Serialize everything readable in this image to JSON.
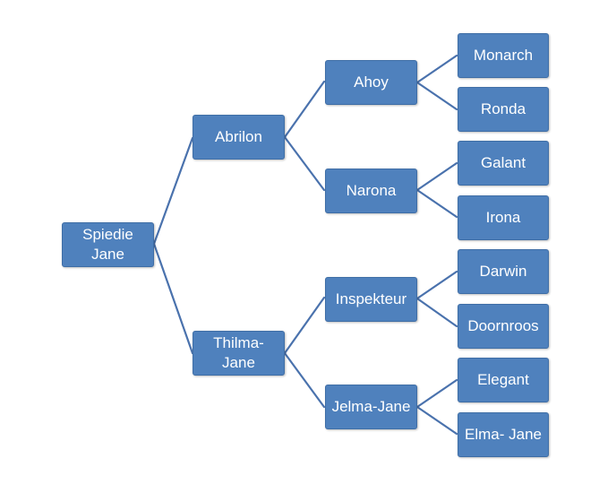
{
  "tree": {
    "root": "Spiedie\nJane",
    "parents": [
      "Abrilon",
      "Thilma-\nJane"
    ],
    "grandparents": [
      "Ahoy",
      "Narona",
      "Inspekteur",
      "Jelma-Jane"
    ],
    "great_grandparents": [
      "Monarch",
      "Ronda",
      "Galant",
      "Irona",
      "Darwin",
      "Doornroos",
      "Elegant",
      "Elma- Jane"
    ]
  },
  "colors": {
    "box_fill": "#4f81bd",
    "connector": "#4a72ad",
    "text": "#ffffff"
  }
}
